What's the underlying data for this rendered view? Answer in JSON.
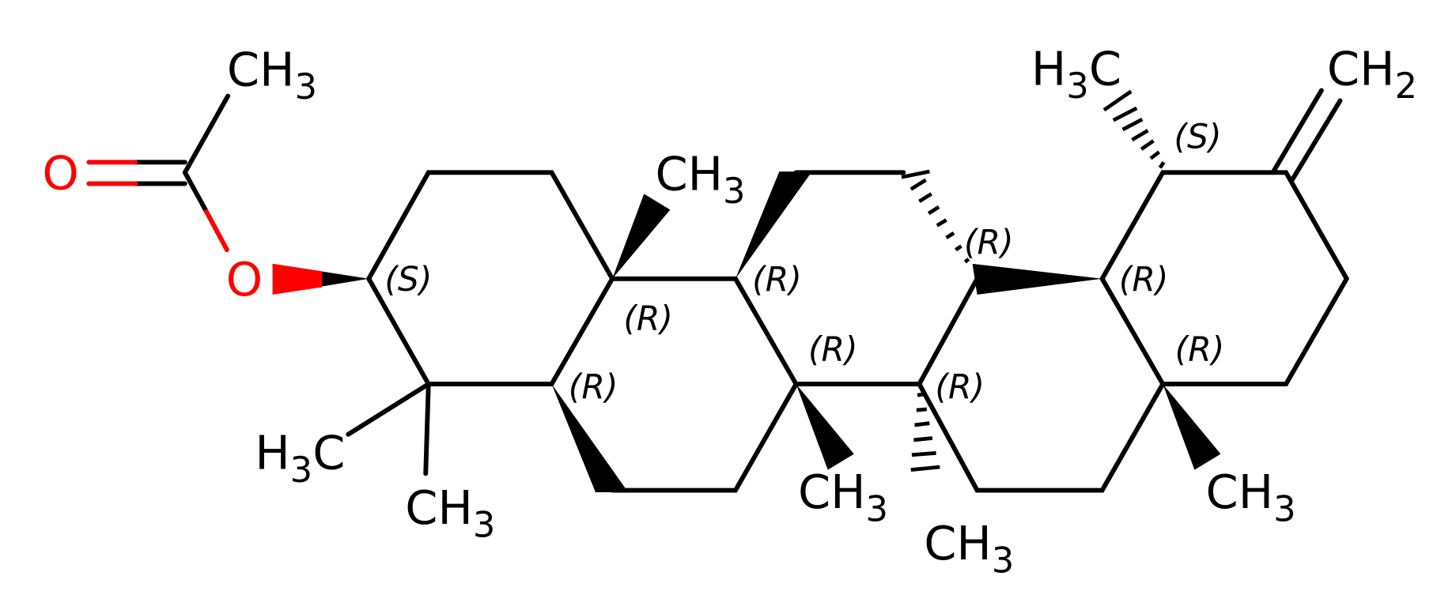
{
  "colors": {
    "bond": "#000000",
    "oxygen": "#ff0000",
    "background": "#ffffff"
  },
  "atoms": {
    "acetyl_methyl": {
      "main": "CH",
      "sub": "3"
    },
    "carbonyl_o": "O",
    "ester_o": "O",
    "c10_methyl": {
      "main": "CH",
      "sub": "3"
    },
    "c4_methyl_a": {
      "pre": "H",
      "sub": "3",
      "post": "C"
    },
    "c4_methyl_b": {
      "main": "CH",
      "sub": "3"
    },
    "c8_methyl": {
      "main": "CH",
      "sub": "3"
    },
    "c14_methyl": {
      "main": "CH",
      "sub": "3"
    },
    "c17_methyl": {
      "main": "CH",
      "sub": "3"
    },
    "c19_methyl": {
      "pre": "H",
      "sub": "3",
      "post": "C"
    },
    "methylene": {
      "main": "CH",
      "sub": "2"
    }
  },
  "stereo_labels": [
    "(S)",
    "(R)",
    "(R)",
    "(R)",
    "(R)",
    "(R)",
    "(R)",
    "(R)",
    "(R)",
    "(S)"
  ]
}
